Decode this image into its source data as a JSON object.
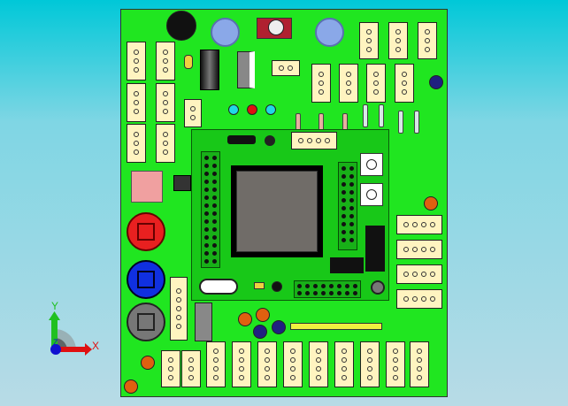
{
  "viewport": {
    "background_top": "#00c8d8",
    "background_bottom": "#b8dbe6"
  },
  "board": {
    "color": "#20e620",
    "sub_board_color": "#18c818"
  },
  "axis_triad": {
    "x_label": "X",
    "y_label": "Y",
    "z_label": "Z",
    "x_color": "#e01010",
    "y_color": "#20c020",
    "z_color": "#1010d0"
  }
}
